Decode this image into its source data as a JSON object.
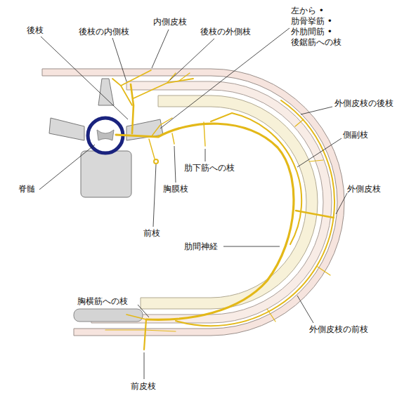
{
  "diagram": {
    "labels": [
      "後枝",
      "後枝の内側枝",
      "内側皮枝",
      "後枝の外側枝",
      "左から •肋骨挙筋 •外肋間筋 •後鋸筋への枝",
      "外側皮枝の後枝",
      "側副枝",
      "外側皮枝",
      "脊髄",
      "肋下筋への枝",
      "胸膜枝",
      "前枝",
      "肋間神経",
      "胸横筋への枝",
      "外側皮枝の前枝",
      "前皮枝"
    ]
  }
}
